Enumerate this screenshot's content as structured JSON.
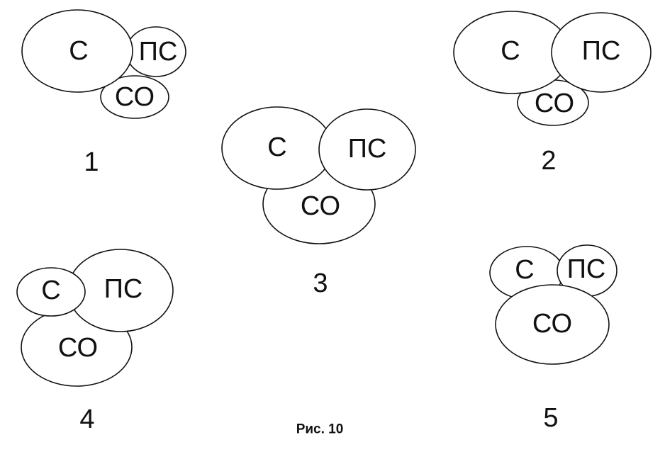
{
  "labels": {
    "c": "С",
    "ps": "ПС",
    "co": "СО"
  },
  "diagrams": [
    {
      "number": "1"
    },
    {
      "number": "2"
    },
    {
      "number": "3"
    },
    {
      "number": "4"
    },
    {
      "number": "5"
    }
  ],
  "caption": "Рис. 10",
  "colors": {
    "stroke": "#111111",
    "fill": "#ffffff"
  }
}
